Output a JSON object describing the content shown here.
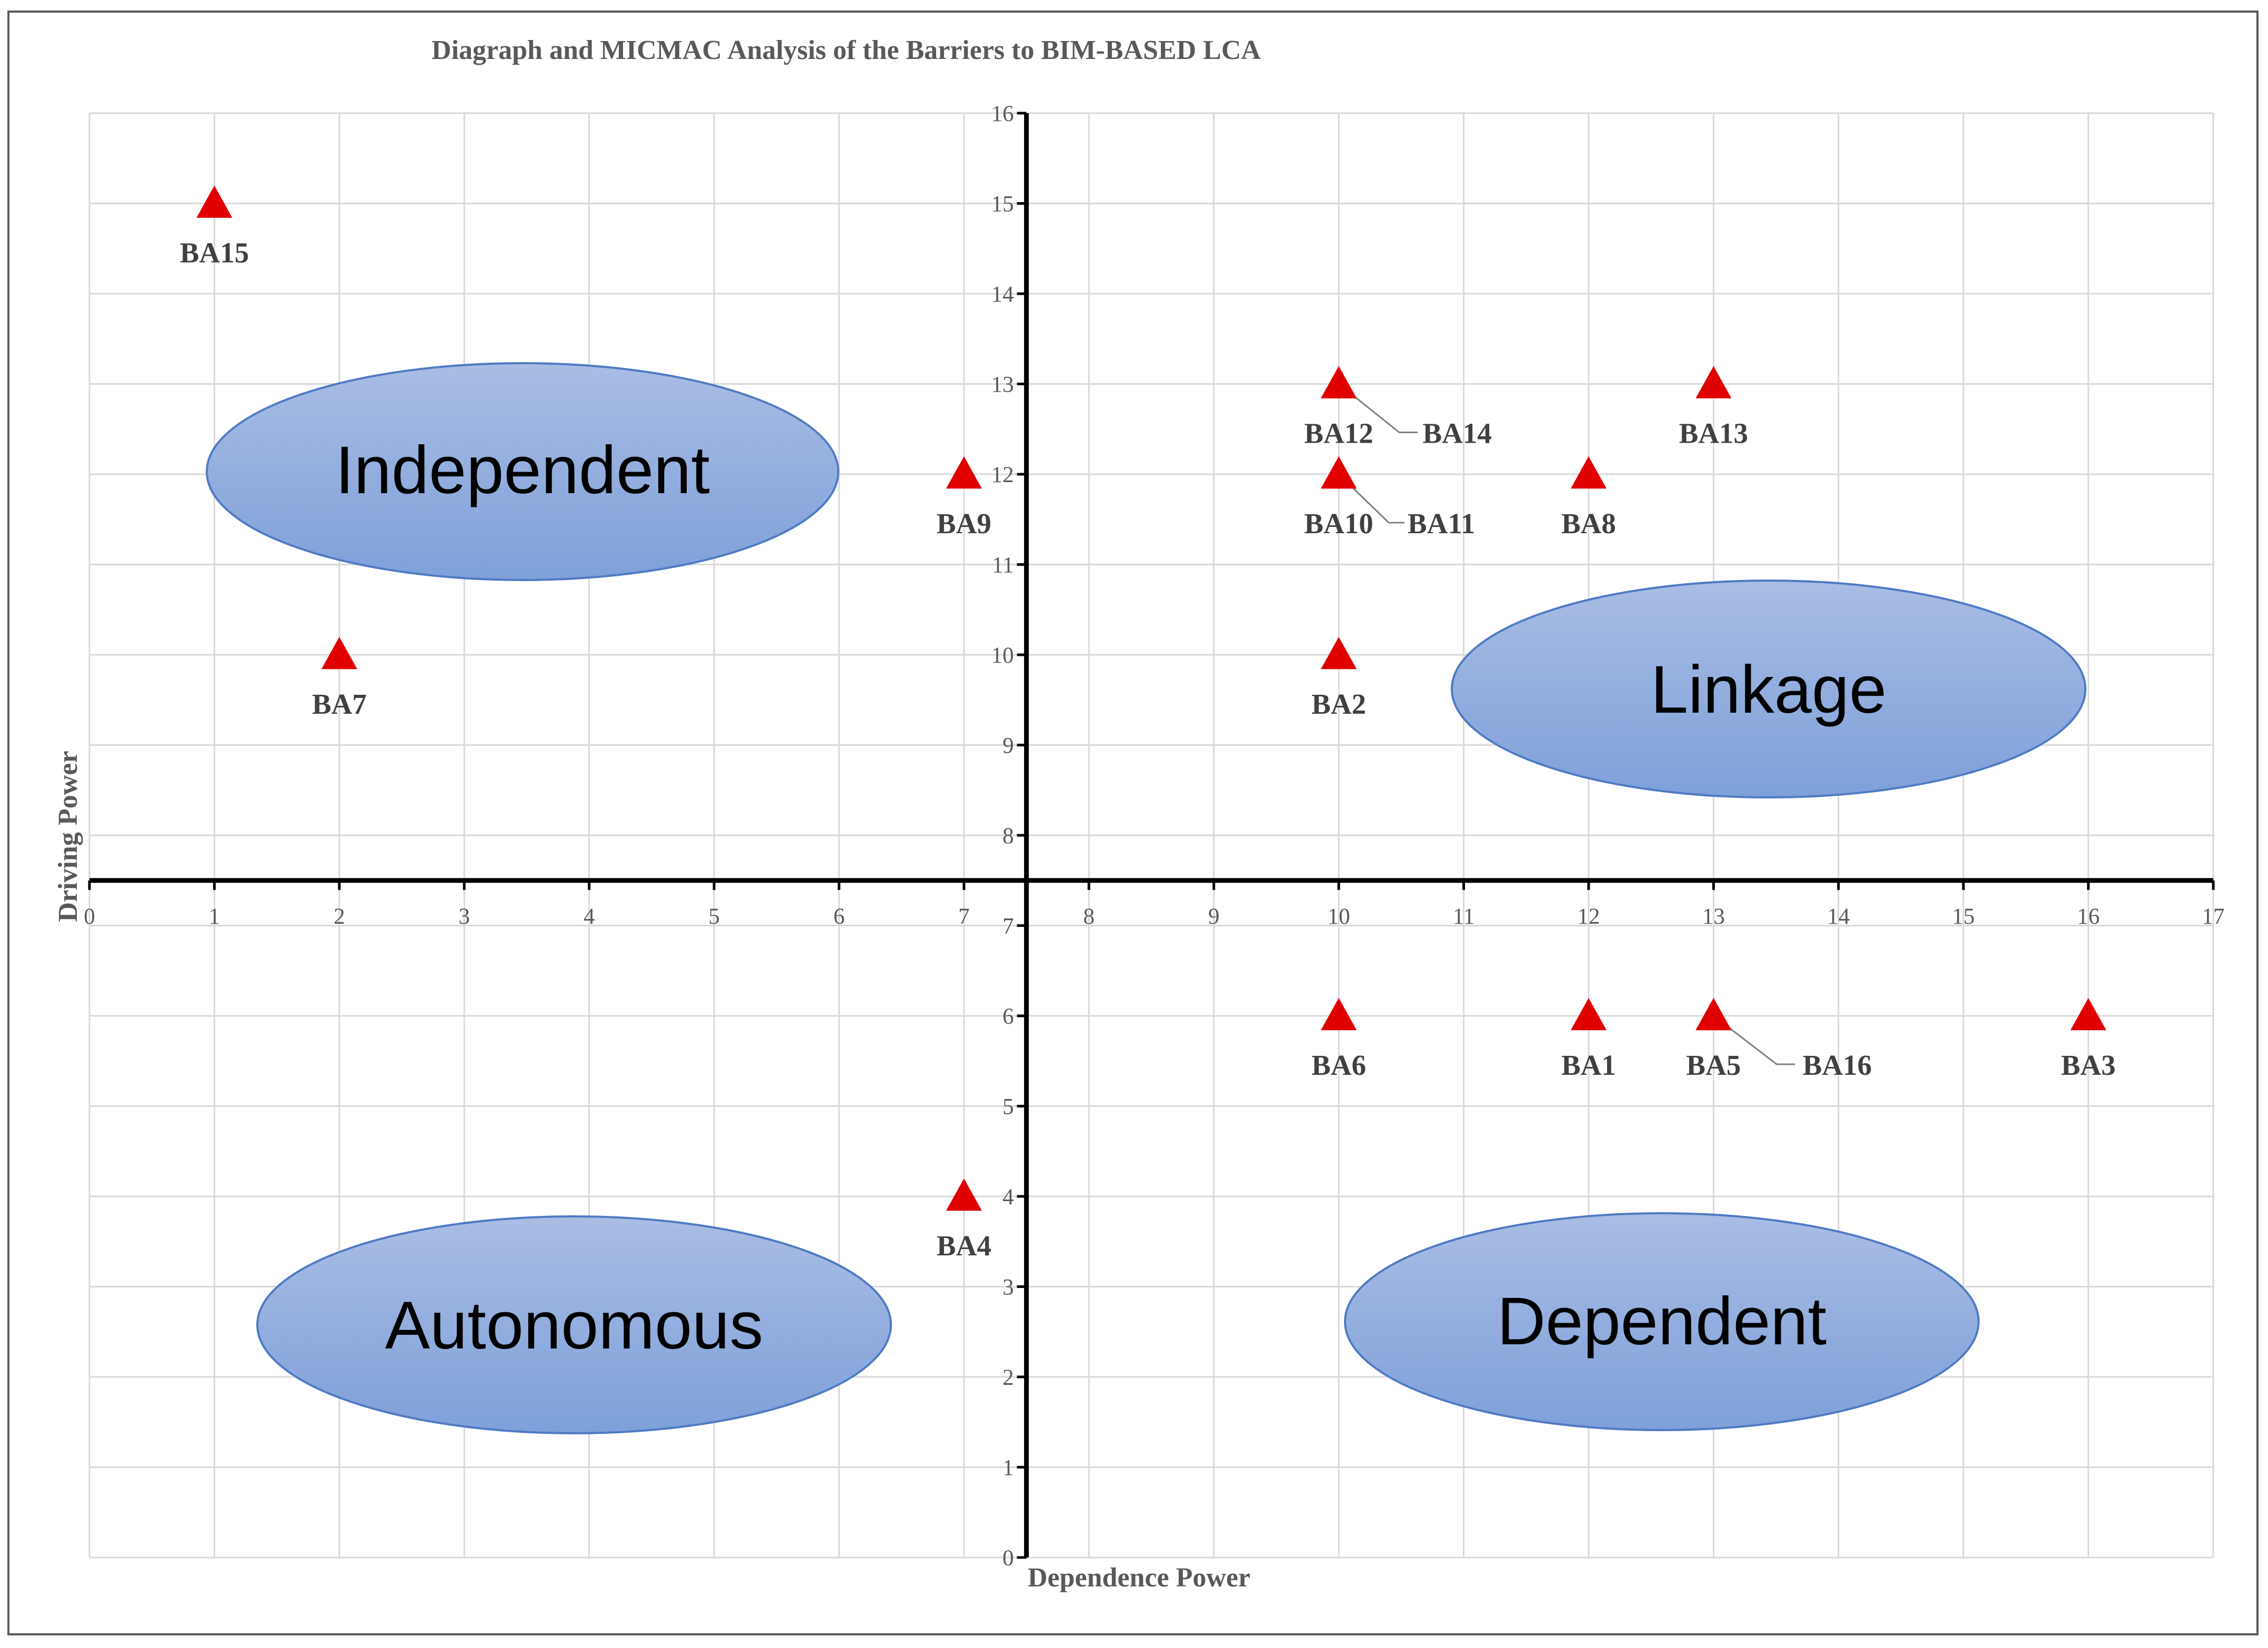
{
  "chart_data": {
    "type": "scatter",
    "title": "Diagraph and MICMAC Analysis of the Barriers to BIM-BASED LCA",
    "xlabel": "Dependence Power",
    "ylabel": "Driving Power",
    "xlim": [
      0,
      17
    ],
    "ylim": [
      0,
      16
    ],
    "x_ticks": [
      0,
      1,
      2,
      3,
      4,
      5,
      6,
      7,
      8,
      9,
      10,
      11,
      12,
      13,
      14,
      15,
      16,
      17
    ],
    "y_ticks": [
      0,
      1,
      2,
      3,
      4,
      5,
      6,
      7,
      8,
      9,
      10,
      11,
      12,
      13,
      14,
      15,
      16
    ],
    "axis_cross": {
      "x": 7.5,
      "y": 7.5
    },
    "grid": true,
    "marker": "triangle",
    "marker_color": "#e00000",
    "points": [
      {
        "label": "BA1",
        "x": 12,
        "y": 6
      },
      {
        "label": "BA2",
        "x": 10,
        "y": 10
      },
      {
        "label": "BA3",
        "x": 16,
        "y": 6
      },
      {
        "label": "BA4",
        "x": 7,
        "y": 4
      },
      {
        "label": "BA5",
        "x": 13,
        "y": 6
      },
      {
        "label": "BA6",
        "x": 10,
        "y": 6
      },
      {
        "label": "BA7",
        "x": 2,
        "y": 10
      },
      {
        "label": "BA8",
        "x": 12,
        "y": 12
      },
      {
        "label": "BA9",
        "x": 7,
        "y": 12
      },
      {
        "label": "BA10",
        "x": 10,
        "y": 12
      },
      {
        "label": "BA11",
        "x": 10,
        "y": 12
      },
      {
        "label": "BA12",
        "x": 10,
        "y": 13
      },
      {
        "label": "BA13",
        "x": 13,
        "y": 13
      },
      {
        "label": "BA14",
        "x": 10,
        "y": 13
      },
      {
        "label": "BA15",
        "x": 1,
        "y": 15
      },
      {
        "label": "BA16",
        "x": 13,
        "y": 6
      }
    ],
    "regions": [
      {
        "name": "Independent"
      },
      {
        "name": "Linkage"
      },
      {
        "name": "Autonomous"
      },
      {
        "name": "Dependent"
      }
    ],
    "colors": {
      "ellipse_top": "#a9bde4",
      "ellipse_bottom": "#7ea0d9",
      "ellipse_stroke": "#4f7ac4",
      "axis": "#000000",
      "grid": "#d9d9d9",
      "text": "#595959"
    }
  }
}
